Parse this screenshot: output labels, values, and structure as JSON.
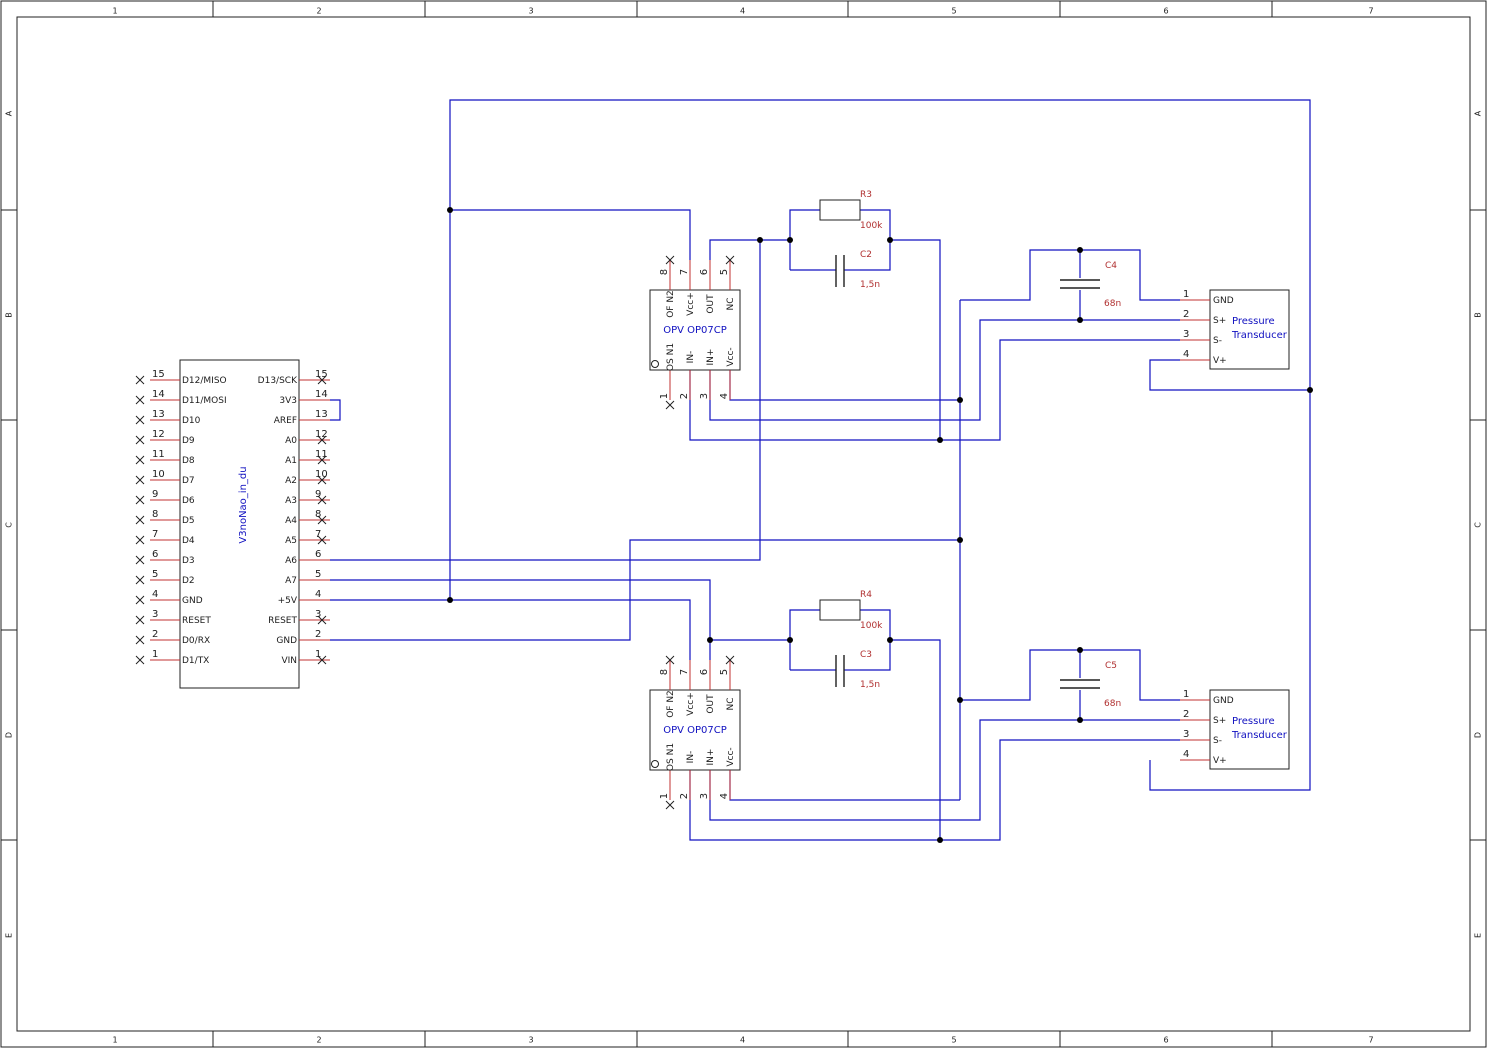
{
  "frame": {
    "columns": [
      "1",
      "2",
      "3",
      "4",
      "5",
      "6",
      "7"
    ],
    "rows": [
      "A",
      "B",
      "C",
      "D",
      "E"
    ]
  },
  "arduino": {
    "title": "V3noNao_in_du",
    "left_pins": [
      {
        "num": "15",
        "name": "D12/MISO"
      },
      {
        "num": "14",
        "name": "D11/MOSI"
      },
      {
        "num": "13",
        "name": "D10"
      },
      {
        "num": "12",
        "name": "D9"
      },
      {
        "num": "11",
        "name": "D8"
      },
      {
        "num": "10",
        "name": "D7"
      },
      {
        "num": "9",
        "name": "D6"
      },
      {
        "num": "8",
        "name": "D5"
      },
      {
        "num": "7",
        "name": "D4"
      },
      {
        "num": "6",
        "name": "D3"
      },
      {
        "num": "5",
        "name": "D2"
      },
      {
        "num": "4",
        "name": "GND"
      },
      {
        "num": "3",
        "name": "RESET"
      },
      {
        "num": "2",
        "name": "D0/RX"
      },
      {
        "num": "1",
        "name": "D1/TX"
      }
    ],
    "right_pins": [
      {
        "num": "15",
        "name": "D13/SCK"
      },
      {
        "num": "14",
        "name": "3V3"
      },
      {
        "num": "13",
        "name": "AREF"
      },
      {
        "num": "12",
        "name": "A0"
      },
      {
        "num": "11",
        "name": "A1"
      },
      {
        "num": "10",
        "name": "A2"
      },
      {
        "num": "9",
        "name": "A3"
      },
      {
        "num": "8",
        "name": "A4"
      },
      {
        "num": "7",
        "name": "A5"
      },
      {
        "num": "6",
        "name": "A6"
      },
      {
        "num": "5",
        "name": "A7"
      },
      {
        "num": "4",
        "name": "+5V"
      },
      {
        "num": "3",
        "name": "RESET"
      },
      {
        "num": "2",
        "name": "GND"
      },
      {
        "num": "1",
        "name": "VIN"
      }
    ]
  },
  "opamps": [
    {
      "label": "OPV OP07CP",
      "top_pins": [
        {
          "num": "8",
          "name": "OF N2"
        },
        {
          "num": "7",
          "name": "Vcc+"
        },
        {
          "num": "6",
          "name": "OUT"
        },
        {
          "num": "5",
          "name": "NC"
        }
      ],
      "bottom_pins": [
        {
          "num": "1",
          "name": "OS N1"
        },
        {
          "num": "2",
          "name": "IN-"
        },
        {
          "num": "3",
          "name": "IN+"
        },
        {
          "num": "4",
          "name": "Vcc-"
        }
      ]
    },
    {
      "label": "OPV OP07CP",
      "top_pins": [
        {
          "num": "8",
          "name": "OF N2"
        },
        {
          "num": "7",
          "name": "Vcc+"
        },
        {
          "num": "6",
          "name": "OUT"
        },
        {
          "num": "5",
          "name": "NC"
        }
      ],
      "bottom_pins": [
        {
          "num": "1",
          "name": "OS N1"
        },
        {
          "num": "2",
          "name": "IN-"
        },
        {
          "num": "3",
          "name": "IN+"
        },
        {
          "num": "4",
          "name": "Vcc-"
        }
      ]
    }
  ],
  "feedback": [
    {
      "resistor_name": "R3",
      "resistor_value": "100k",
      "cap_name": "C2",
      "cap_value": "1,5n"
    },
    {
      "resistor_name": "R4",
      "resistor_value": "100k",
      "cap_name": "C3",
      "cap_value": "1,5n"
    }
  ],
  "input_caps": [
    {
      "name": "C4",
      "value": "68n"
    },
    {
      "name": "C5",
      "value": "68n"
    }
  ],
  "transducers": [
    {
      "line1": "Pressure",
      "line2": "Transducer",
      "pins": [
        {
          "num": "1",
          "name": "GND"
        },
        {
          "num": "2",
          "name": "S+"
        },
        {
          "num": "3",
          "name": "S-"
        },
        {
          "num": "4",
          "name": "V+"
        }
      ]
    },
    {
      "line1": "Pressure",
      "line2": "Transducer",
      "pins": [
        {
          "num": "1",
          "name": "GND"
        },
        {
          "num": "2",
          "name": "S+"
        },
        {
          "num": "3",
          "name": "S-"
        },
        {
          "num": "4",
          "name": "V+"
        }
      ]
    }
  ]
}
